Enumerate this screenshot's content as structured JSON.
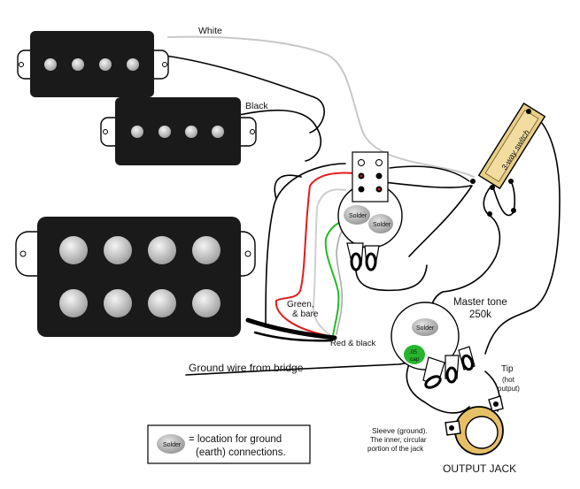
{
  "labels": {
    "white_wire": "White",
    "black_wire": "Black",
    "switch": "3-way switch",
    "solder_top": "Solder",
    "solder_right": "Solder",
    "solder_tone": "Solder",
    "green_bare_1": "Green,",
    "green_bare_2": "& bare",
    "red_black": "Red & black",
    "master_tone_1": "Master tone",
    "master_tone_2": "250k",
    "cap_1": ".05",
    "cap_2": "cap",
    "ground_wire": "Ground wire from bridge",
    "tip_1": "Tip",
    "tip_2": "(hot",
    "tip_3": "output)",
    "sleeve_1": "Sleeve (ground).",
    "sleeve_2": "The inner, circular",
    "sleeve_3": "portion of the jack",
    "output_jack": "OUTPUT JACK",
    "legend_solder": "Solder",
    "legend_line1": "= location for ground",
    "legend_line2": "(earth) connections."
  },
  "colors": {
    "wire_black": "#000000",
    "wire_white": "#bbbbbb",
    "wire_red": "#e31b1b",
    "wire_green": "#22bb22",
    "pickup_body": "#1a1a1a",
    "pole_piece": "#d9d9d9",
    "solder_blob": "#bdbdbd",
    "switch_body": "#e8cf86",
    "capacitor": "#27b52e",
    "jack_ring": "#e6c067"
  }
}
